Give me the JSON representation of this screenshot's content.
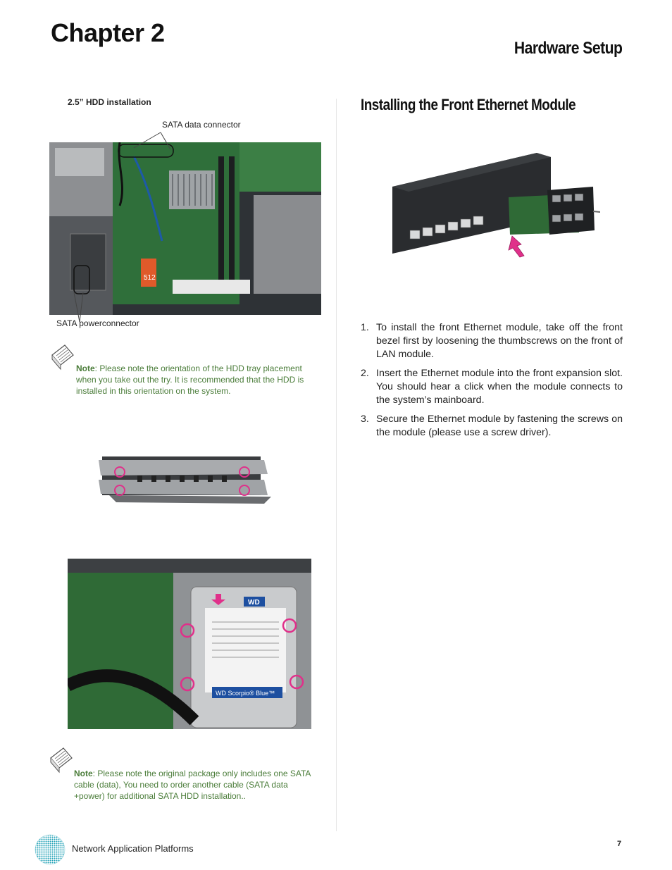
{
  "header": {
    "chapter": "Chapter 2",
    "section": "Hardware Setup"
  },
  "left_column": {
    "heading": "2.5” HDD installation",
    "label_sata_data": "SATA data connector",
    "label_sata_power": "SATA powerconnector",
    "note1": {
      "label": "Note",
      "text": ": Please note the orientation of the HDD tray placement when you take out the try. It is recommended that the HDD is installed in this orientation on the system."
    },
    "note2": {
      "label": "Note",
      "text": ": Please note the original package only includes one SATA cable (data), You need to order another cable (SATA data +power) for additional SATA HDD installation.."
    },
    "hdd_photo_brand": "WD",
    "hdd_photo_model": "WD Scorpio® Blue™",
    "mb_photo_card": "512"
  },
  "right_column": {
    "title": "Installing the Front Ethernet Module",
    "steps": [
      {
        "num": "1.",
        "text": "To install the front Ethernet module, take off the front bezel first by loosening the thumbscrews on the front of LAN module."
      },
      {
        "num": "2.",
        "text": "Insert the Ethernet module into the front expansion slot. You should hear a click when the module connects to the system’s mainboard."
      },
      {
        "num": "3.",
        "text": "Secure the Ethernet module by fastening the screws on the module (please use a screw driver)."
      }
    ]
  },
  "footer": {
    "text": "Network Application Platforms",
    "page_number": "7"
  },
  "colors": {
    "note_green": "#4b7d3a",
    "highlight_magenta": "#e0308a"
  }
}
